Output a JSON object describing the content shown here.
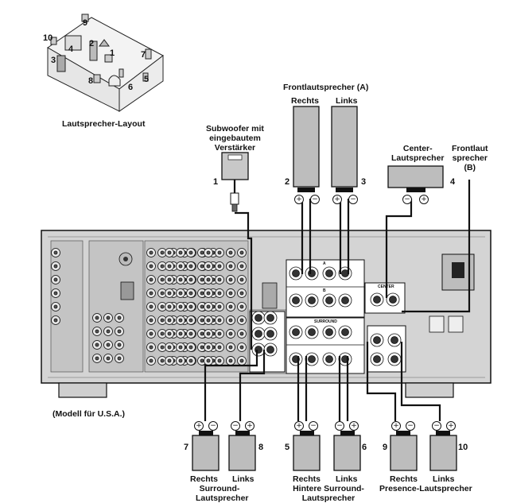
{
  "layout_caption": "Lautsprecher-Layout",
  "model_note": "(Modell für U.S.A.)",
  "top_labels": {
    "subwoofer": [
      "Subwoofer mit",
      "eingebautem",
      "Verstärker"
    ],
    "front_a_title": "Frontlautsprecher (A)",
    "front_right": "Rechts",
    "front_left": "Links",
    "center": [
      "Center-",
      "Lautsprecher"
    ],
    "front_b": [
      "Frontlaut",
      "sprecher",
      "(B)"
    ]
  },
  "speaker_numbers": {
    "sub": "1",
    "front_r": "2",
    "front_l": "3",
    "center": "4",
    "surr_r": "7",
    "surr_l": "8",
    "back_r": "5",
    "back_l": "6",
    "pres_r": "9",
    "pres_l": "10"
  },
  "layout_numbers": [
    "1",
    "2",
    "3",
    "4",
    "5",
    "6",
    "7",
    "8",
    "9",
    "10"
  ],
  "bottom_labels": {
    "surround": {
      "right": "Rechts",
      "left": "Links",
      "group": [
        "Surround-",
        "Lautsprecher"
      ]
    },
    "surround_back": {
      "right": "Rechts",
      "left": "Links",
      "group": [
        "Hintere Surround-",
        "Lautsprecher"
      ]
    },
    "presence": {
      "right": "Rechts",
      "left": "Links",
      "group": "Presence-Lautsprecher"
    }
  },
  "terminal_labels": {
    "a": "A",
    "b": "B",
    "center": "CENTER",
    "surround": "SURROUND"
  },
  "polarity": {
    "plus": "+",
    "minus": "−"
  }
}
